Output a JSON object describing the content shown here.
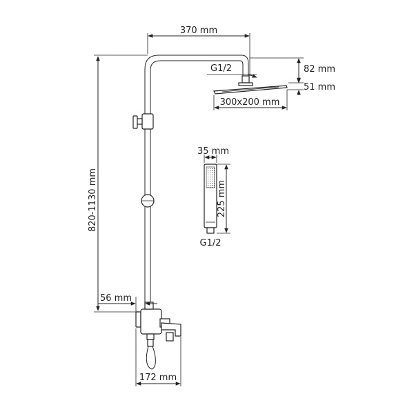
{
  "dimensions": {
    "arm_length": "370 mm",
    "head_thread": "G1/2",
    "head_height_top": "82 mm",
    "head_height_bottom": "51 mm",
    "head_size": "300x200 mm",
    "hand_width": "35 mm",
    "hand_length": "225 mm",
    "hand_thread": "G1/2",
    "total_height": "820-1130 mm",
    "wall_offset": "56 mm",
    "mixer_width": "172 mm"
  }
}
